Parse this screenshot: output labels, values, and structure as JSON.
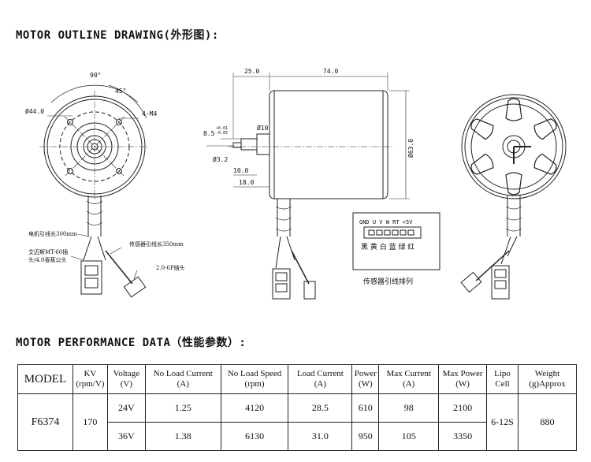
{
  "headings": {
    "outline": "MOTOR OUTLINE DRAWING(外形图):",
    "performance": "MOTOR PERFORMANCE DATA（性能参数）:"
  },
  "drawing": {
    "front_angle_1": "90°",
    "front_angle_2": "45°",
    "front_diameter": "Ø44.0",
    "front_thread": "4-M4",
    "side_len_25": "25.0",
    "side_len_74": "74.0",
    "side_tol": "8.5",
    "side_tol_up": "+0.01",
    "side_tol_dn": "-0.05",
    "side_d10": "Ø10",
    "side_d32": "Ø3.2",
    "side_10": "10.0",
    "side_18": "18.0",
    "side_d63": "Ø63.0",
    "label_motor_lead": "电机引线长300mm",
    "label_connector_1": "艾迈斯MT-60插",
    "label_connector_2": "头/4.0香蕉公头",
    "label_sensor_lead": "传感器引线长350mm",
    "label_sensor_plug": "2.0-6P插头",
    "pin_labels": "GND U  V  W  RT +5V",
    "pin_colors": "黑 黄 白 蓝 绿  红",
    "pin_caption": "传感器引线排列"
  },
  "table": {
    "headers": [
      {
        "line1": "MODEL",
        "line2": ""
      },
      {
        "line1": "KV",
        "line2": "(rpm/V)"
      },
      {
        "line1": "Voltage",
        "line2": "(V)"
      },
      {
        "line1": "No Load Current",
        "line2": "(A)"
      },
      {
        "line1": "No Load Speed",
        "line2": "(rpm)"
      },
      {
        "line1": "Load Current",
        "line2": "(A)"
      },
      {
        "line1": "Power",
        "line2": "(W)"
      },
      {
        "line1": "Max Current",
        "line2": "(A)"
      },
      {
        "line1": "Max Power",
        "line2": "(W)"
      },
      {
        "line1": "Lipo",
        "line2": "Cell"
      },
      {
        "line1": "Weight",
        "line2": "(g)Approx"
      }
    ],
    "model": "F6374",
    "kv": "170",
    "lipo": "6-12S",
    "weight": "880",
    "rows": [
      {
        "voltage": "24V",
        "no_load_current": "1.25",
        "no_load_speed": "4120",
        "load_current": "28.5",
        "power": "610",
        "max_current": "98",
        "max_power": "2100"
      },
      {
        "voltage": "36V",
        "no_load_current": "1.38",
        "no_load_speed": "6130",
        "load_current": "31.0",
        "power": "950",
        "max_current": "105",
        "max_power": "3350"
      }
    ]
  }
}
